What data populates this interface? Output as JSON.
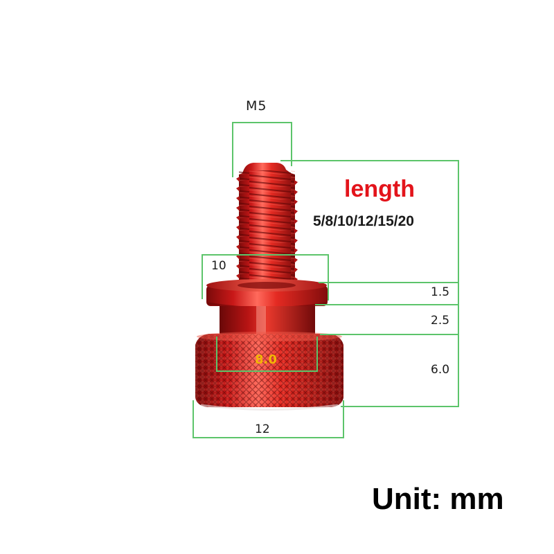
{
  "labels": {
    "thread_size": "M5",
    "length_title": "length",
    "length_options": "5/8/10/12/15/20",
    "collar_diameter": "10",
    "collar_thickness": "1.5",
    "shoulder_height": "2.5",
    "knob_height": "6.0",
    "shoulder_diameter": "8.0",
    "knob_diameter": "12",
    "unit": "Unit: mm"
  },
  "colors": {
    "screw_red": "#d0201e",
    "dimension_line": "#5cc46a",
    "length_title": "#e3141b",
    "shoulder_diameter_text": "#f2b705"
  },
  "image": {
    "subject": "red-knurled-thumb-screw"
  }
}
